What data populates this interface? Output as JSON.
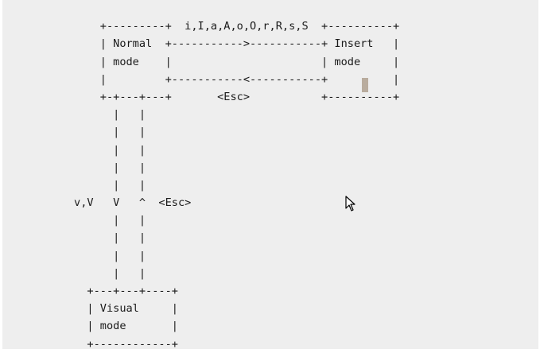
{
  "diagram": {
    "lines": [
      "",
      "               +---------+  i,I,a,A,o,O,r,R,s,S  +----------+",
      "               | Normal  +----------->-----------+ Insert   |",
      "               | mode    |                       | mode     |",
      "               |         +-----------<-----------+          |",
      "               +-+---+---+       <Esc>           +----------+",
      "                 |   |",
      "                 |   |",
      "                 |   |",
      "                 |   |",
      "                 |   |",
      "           v,V   V   ^  <Esc>",
      "                 |   |",
      "                 |   |",
      "                 |   |",
      "                 |   |",
      "             +---+---+----+",
      "             | Visual     |",
      "             | mode       |",
      "             +------------+"
    ]
  },
  "cursor": {
    "color": "#b9ac9e"
  }
}
